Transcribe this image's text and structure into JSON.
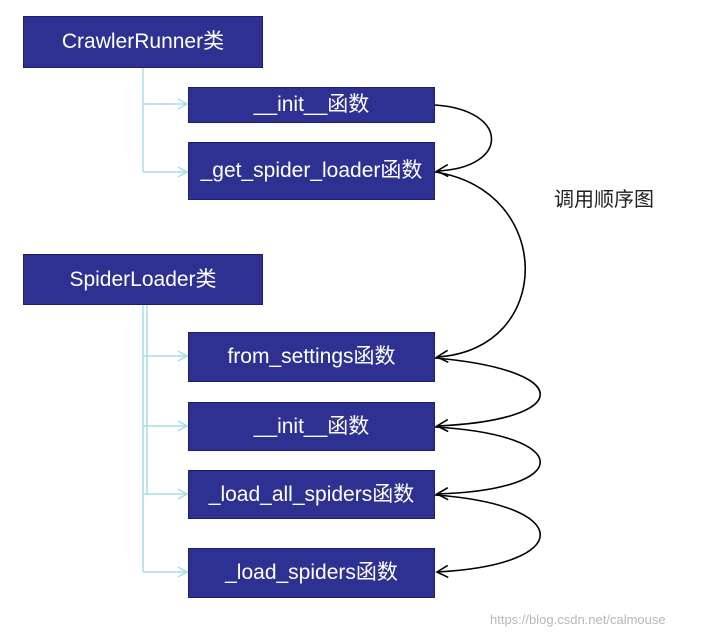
{
  "classes": [
    {
      "label": "CrawlerRunner类",
      "functions": [
        {
          "label": "__init__函数"
        },
        {
          "label": "_get_spider_loader函数"
        }
      ]
    },
    {
      "label": "SpiderLoader类",
      "functions": [
        {
          "label": "from_settings函数"
        },
        {
          "label": "__init__函数"
        },
        {
          "label": "_load_all_spiders函数"
        },
        {
          "label": "_load_spiders函数"
        }
      ]
    }
  ],
  "caption": "调用顺序图",
  "watermark": "https://blog.csdn.net/calmouse",
  "colors": {
    "box_fill": "#2e3192",
    "box_text": "#ffffff",
    "tree_line": "#a8dde4",
    "call_arrow": "#000000"
  }
}
